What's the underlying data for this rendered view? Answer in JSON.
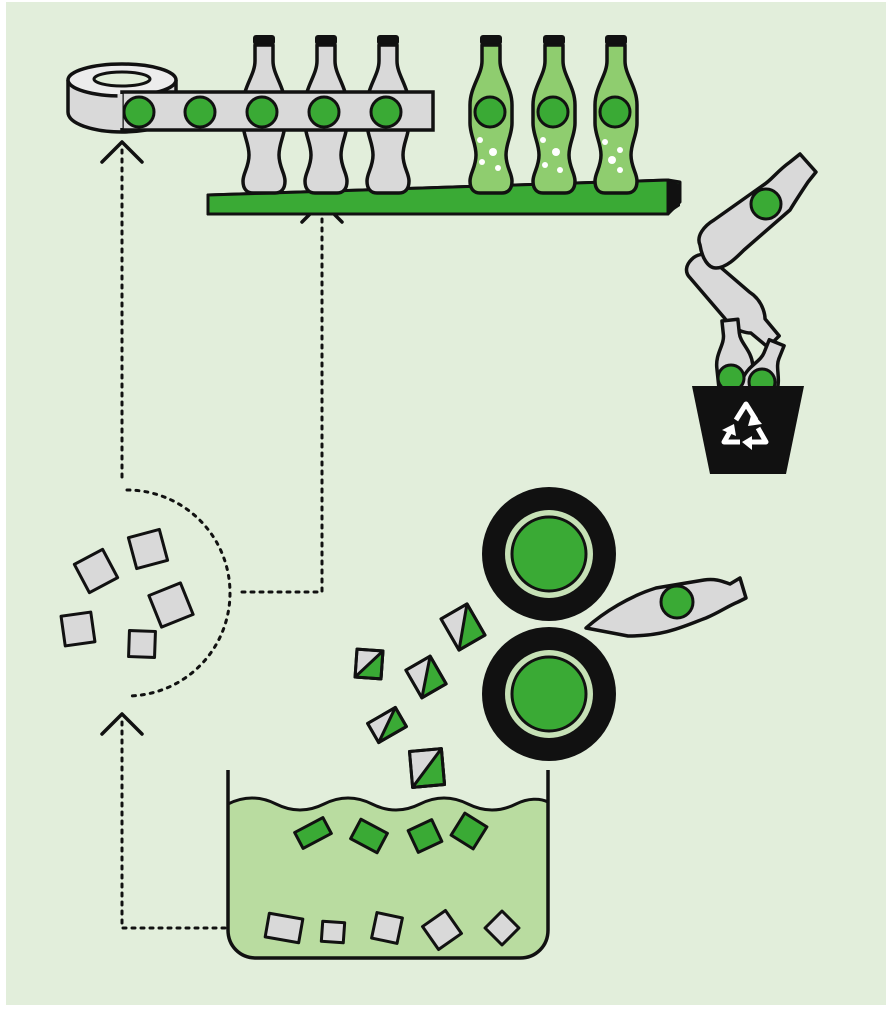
{
  "diagram": {
    "type": "bottle-recycling-loop",
    "labels": [],
    "colors": {
      "background": "#e2eedb",
      "accent_green": "#3aaa35",
      "light_green": "#8fcd6f",
      "water": "#b9dca0",
      "plastic": "#d9d9d9",
      "outline": "#111111",
      "recycle_bin": "#111111",
      "recycle_symbol": "#ffffff"
    },
    "stages": [
      {
        "name": "label-roll",
        "icon": "tape-roll-icon"
      },
      {
        "name": "empty-bottles",
        "count": 3
      },
      {
        "name": "filled-bottles",
        "count": 3
      },
      {
        "name": "used-bottle",
        "icon": "bottle-icon"
      },
      {
        "name": "recycle-bin",
        "icon": "recycle-icon"
      },
      {
        "name": "crusher-rollers",
        "count": 2
      },
      {
        "name": "flakes",
        "count": 5
      },
      {
        "name": "wash-tank",
        "floating_flakes": 4,
        "sinking_flakes": 5
      },
      {
        "name": "sorted-flakes",
        "count": 5
      }
    ]
  }
}
